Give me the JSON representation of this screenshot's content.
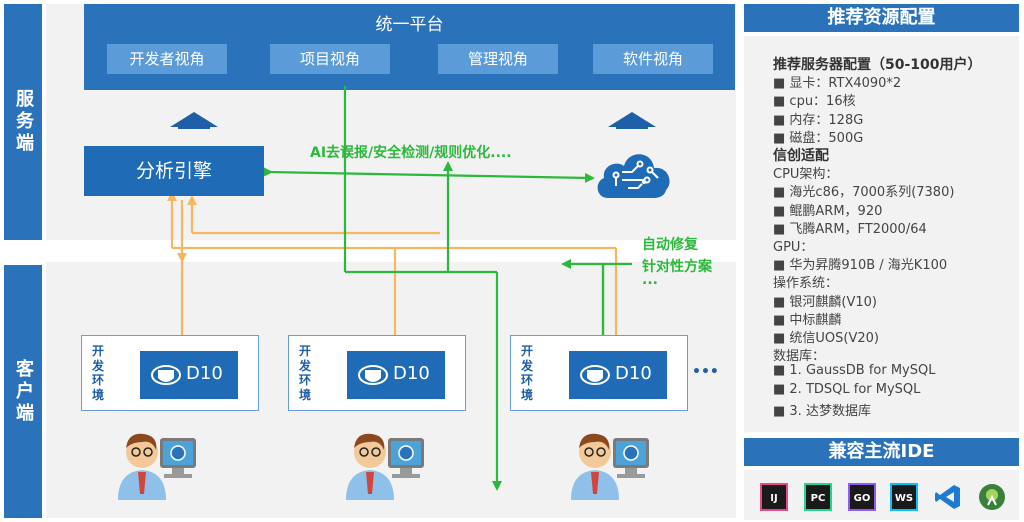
{
  "sides": {
    "server": "服务端",
    "client": "客户端"
  },
  "platform": {
    "title": "统一平台",
    "views": [
      "开发者视角",
      "项目视角",
      "管理视角",
      "软件视角"
    ]
  },
  "engine": {
    "label": "分析引擎"
  },
  "annotations": {
    "ai": "AI去误报/安全检测/规则优化....",
    "fix_line1": "自动修复",
    "fix_line2": "针对性方案",
    "fix_more": "...",
    "env_more": "•••"
  },
  "environments": [
    {
      "label": "开发环境",
      "device": "D10"
    },
    {
      "label": "开发环境",
      "device": "D10"
    },
    {
      "label": "开发环境",
      "device": "D10"
    }
  ],
  "right_panel": {
    "title": "推荐资源配置",
    "lines": [
      {
        "text": "推荐服务器配置（50-100用户）",
        "bold": true
      },
      {
        "text": "■ 显卡：RTX4090*2",
        "bold": false
      },
      {
        "text": "■ cpu：16核",
        "bold": false
      },
      {
        "text": "■ 内存：128G",
        "bold": false
      },
      {
        "text": "■ 磁盘：500G",
        "bold": false
      },
      {
        "text": "信创适配",
        "bold": true
      },
      {
        "text": "CPU架构：",
        "bold": false
      },
      {
        "text": "■ 海光c86，7000系列(7380)",
        "bold": false
      },
      {
        "text": "■ 鲲鹏ARM，920",
        "bold": false
      },
      {
        "text": "■ 飞腾ARM，FT2000/64",
        "bold": false
      },
      {
        "text": "GPU：",
        "bold": false
      },
      {
        "text": "■ 华为昇腾910B / 海光K100",
        "bold": false
      },
      {
        "text": "操作系统：",
        "bold": false
      },
      {
        "text": "■ 银河麒麟(V10)",
        "bold": false
      },
      {
        "text": "■ 中标麒麟",
        "bold": false
      },
      {
        "text": "■ 统信UOS(V20)",
        "bold": false
      },
      {
        "text": "数据库：",
        "bold": false
      },
      {
        "text": "■ 1. GaussDB for MySQL",
        "bold": false
      },
      {
        "text": "■ 2. TDSQL for MySQL",
        "bold": false
      },
      {
        "text": "■ 3. 达梦数据库",
        "bold": false
      }
    ]
  },
  "ide_panel": {
    "title": "兼容主流IDE",
    "icons": [
      {
        "name": "intellij-icon",
        "text": "IJ"
      },
      {
        "name": "pycharm-icon",
        "text": "PC"
      },
      {
        "name": "goland-icon",
        "text": "GO"
      },
      {
        "name": "webstorm-icon",
        "text": "WS"
      },
      {
        "name": "vscode-icon",
        "text": ""
      },
      {
        "name": "android-studio-icon",
        "text": ""
      }
    ]
  },
  "colors": {
    "blue": "#2a73bb",
    "green": "#2db83d",
    "orange": "#f5b861",
    "light_blue": "#5a9bd8"
  }
}
